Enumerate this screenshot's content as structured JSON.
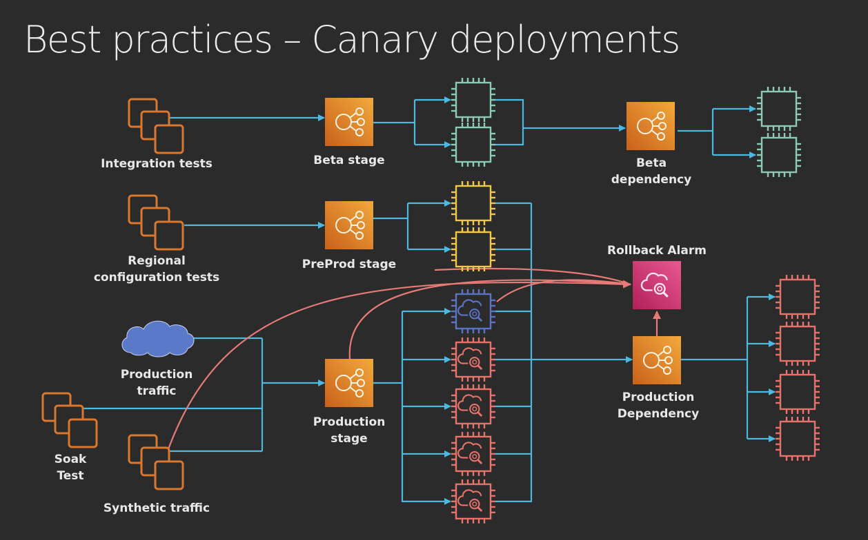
{
  "title": "Best practices – Canary deployments",
  "colors": {
    "background": "#2b2b2b",
    "flow_line": "#4db8e0",
    "alarm_line": "#e87b78",
    "stage_orange_light": "#f0a63a",
    "stage_orange_dark": "#d0691e",
    "test_orange": "#d9782e",
    "alarm_pink_light": "#e8528c",
    "alarm_pink_dark": "#b8245e",
    "beta_instance": "#8ccbb5",
    "preprod_instance": "#f2c94c",
    "canary_instance": "#5b74c4",
    "prod_instance": "#e8736b",
    "traffic_cloud": "#5a79c8"
  },
  "nodes": {
    "integration_tests": {
      "label": [
        "Integration tests"
      ],
      "icon": "test-stack-icon"
    },
    "regional_config_tests": {
      "label": [
        "Regional",
        "configuration tests"
      ],
      "icon": "test-stack-icon"
    },
    "production_traffic": {
      "label": [
        "Production",
        "traffic"
      ],
      "icon": "cloud-icon"
    },
    "soak_test": {
      "label": [
        "Soak",
        "Test"
      ],
      "icon": "test-stack-icon"
    },
    "synthetic_traffic": {
      "label": [
        "Synthetic traffic"
      ],
      "icon": "test-stack-icon"
    },
    "beta_stage": {
      "label": [
        "Beta stage"
      ],
      "icon": "load-balancer-icon"
    },
    "preprod_stage": {
      "label": [
        "PreProd stage"
      ],
      "icon": "load-balancer-icon"
    },
    "production_stage": {
      "label": [
        "Production",
        "stage"
      ],
      "icon": "load-balancer-icon"
    },
    "beta_dependency": {
      "label": [
        "Beta",
        "dependency"
      ],
      "icon": "load-balancer-icon"
    },
    "production_dependency": {
      "label": [
        "Production",
        "Dependency"
      ],
      "icon": "load-balancer-icon"
    },
    "rollback_alarm": {
      "label": [
        "Rollback Alarm"
      ],
      "icon": "cloudwatch-alarm-icon"
    }
  },
  "instance_groups": {
    "beta_hosts": {
      "count": 2,
      "kind": "beta"
    },
    "preprod_hosts": {
      "count": 2,
      "kind": "preprod"
    },
    "canary_host": {
      "count": 1,
      "kind": "canary",
      "monitored": true
    },
    "production_hosts": {
      "count": 4,
      "kind": "production",
      "monitored": true
    },
    "beta_dependency_hosts": {
      "count": 2,
      "kind": "beta"
    },
    "production_dependency_hosts": {
      "count": 4,
      "kind": "production"
    }
  }
}
